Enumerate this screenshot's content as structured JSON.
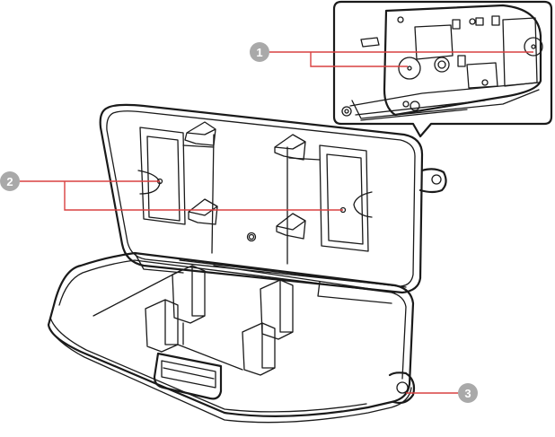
{
  "figure": {
    "callouts": [
      {
        "label": "1"
      },
      {
        "label": "2"
      },
      {
        "label": "3"
      }
    ],
    "colors": {
      "callout_line": "#d94040",
      "marker_fill": "#a9a9a9",
      "line_art": "#1a1a1a"
    }
  }
}
